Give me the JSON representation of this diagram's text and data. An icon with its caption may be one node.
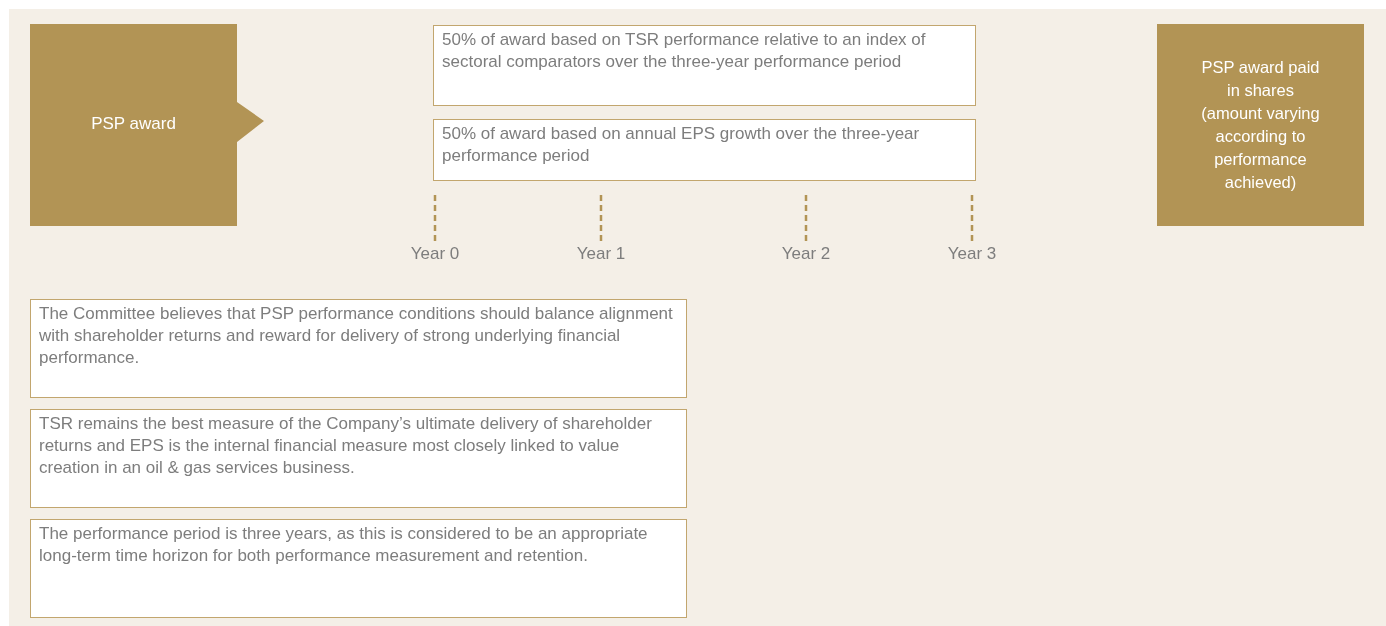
{
  "diagram": {
    "nodes": [
      {
        "text": [
          "PSP award"
        ]
      },
      {
        "text": [
          "50% of award based on TSR performance relative to an index of sectoral comparators over the three-year performance period"
        ]
      },
      {
        "text": [
          "50% of award based on annual EPS growth over the three-year performance period"
        ]
      },
      {
        "text": [
          "PSP award paid in shares",
          "(amount varying according to performance achieved)"
        ]
      },
      {
        "text": [
          "The Committee believes that PSP performance conditions should balance alignment with shareholder returns and reward for delivery of strong underlying financial performance."
        ]
      },
      {
        "text": [
          "TSR remains the best measure of the Company’s ultimate delivery of shareholder returns and EPS is the internal financial measure most closely linked to value creation in an oil & gas services business."
        ]
      },
      {
        "text": [
          "The performance period is three years, as this is considered to be an appropriate long-term time horizon for both performance measurement and retention."
        ]
      }
    ],
    "edges": [],
    "labels": [
      "Year 0",
      "Year 1",
      "Year 2",
      "Year 3"
    ]
  }
}
